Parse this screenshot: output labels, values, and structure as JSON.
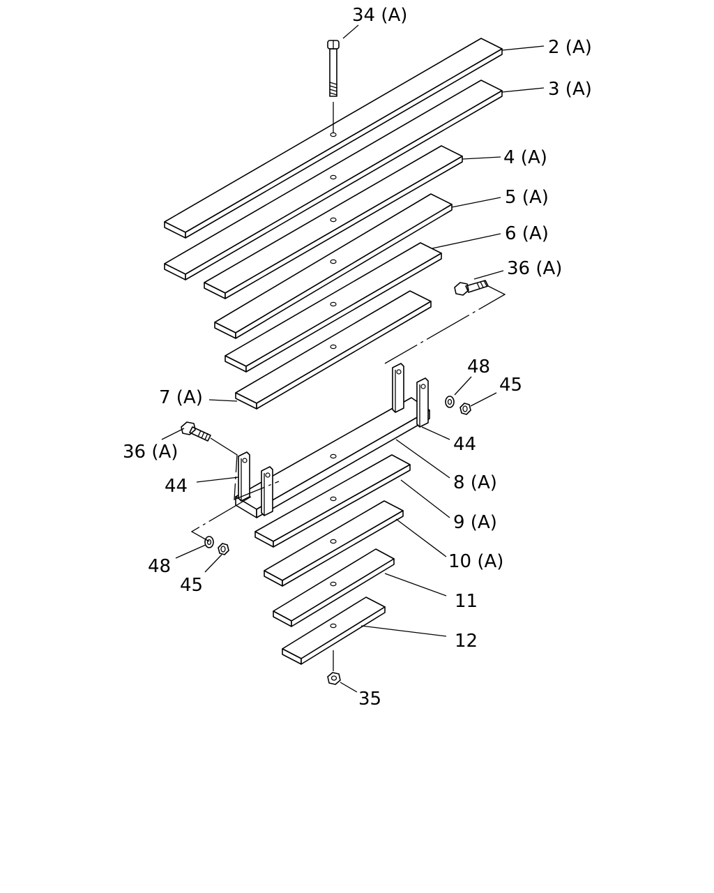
{
  "labels": {
    "l34": "34 (A)",
    "l2": "2 (A)",
    "l3": "3 (A)",
    "l4": "4 (A)",
    "l5": "5 (A)",
    "l6": "6 (A)",
    "l36r": "36 (A)",
    "l48r": "48",
    "l45r": "45",
    "l7": "7 (A)",
    "l44r": "44",
    "l36l": "36 (A)",
    "l8": "8 (A)",
    "l44l": "44",
    "l9": "9 (A)",
    "l10": "10 (A)",
    "l48l": "48",
    "l45l": "45",
    "l11": "11",
    "l12": "12",
    "l35": "35"
  }
}
